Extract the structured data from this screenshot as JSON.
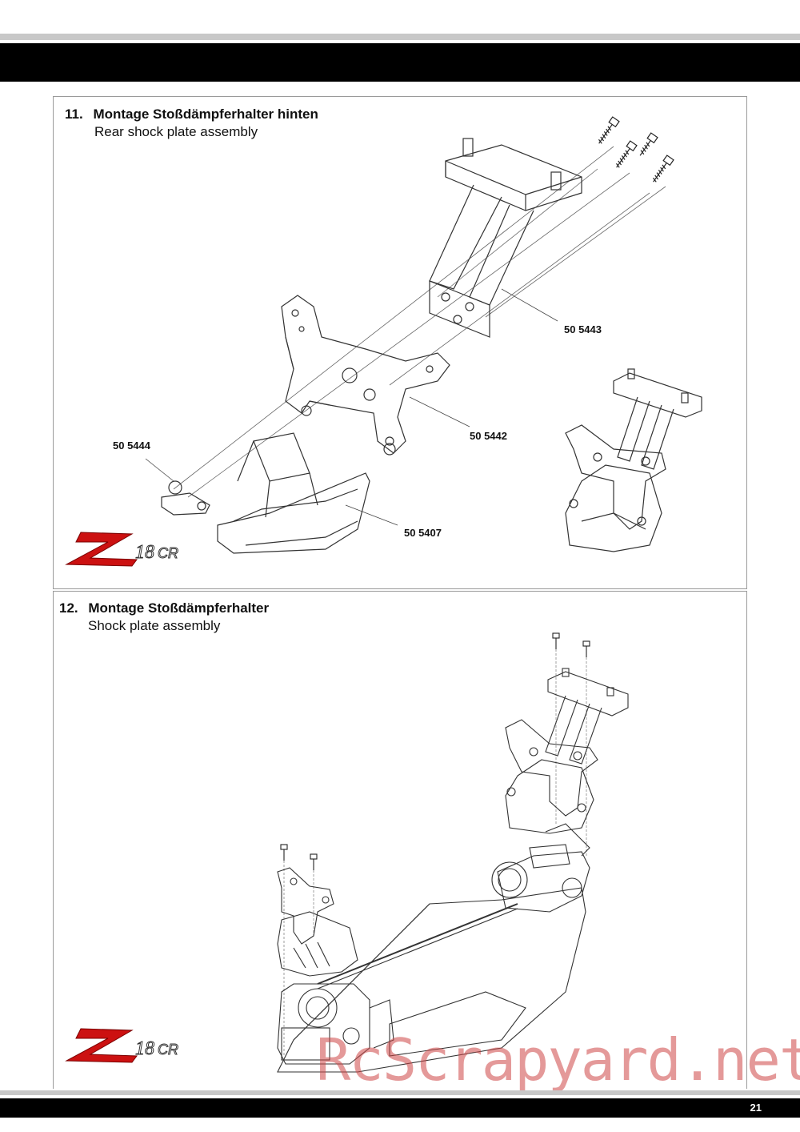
{
  "page": {
    "number": "21"
  },
  "step11": {
    "number": "11.",
    "title_de": "Montage Stoßdämpferhalter hinten",
    "title_en": "Rear shock plate assembly",
    "parts": [
      "50 5443",
      "50 5442",
      "50 5444",
      "50 5407"
    ]
  },
  "step12": {
    "number": "12.",
    "title_de": "Montage Stoßdämpferhalter",
    "title_en": "Shock plate assembly"
  },
  "logo": {
    "text": "18CR",
    "color": "#cc1111"
  },
  "watermark": {
    "text": "RcScrapyard.net",
    "color": "#cd4646"
  }
}
